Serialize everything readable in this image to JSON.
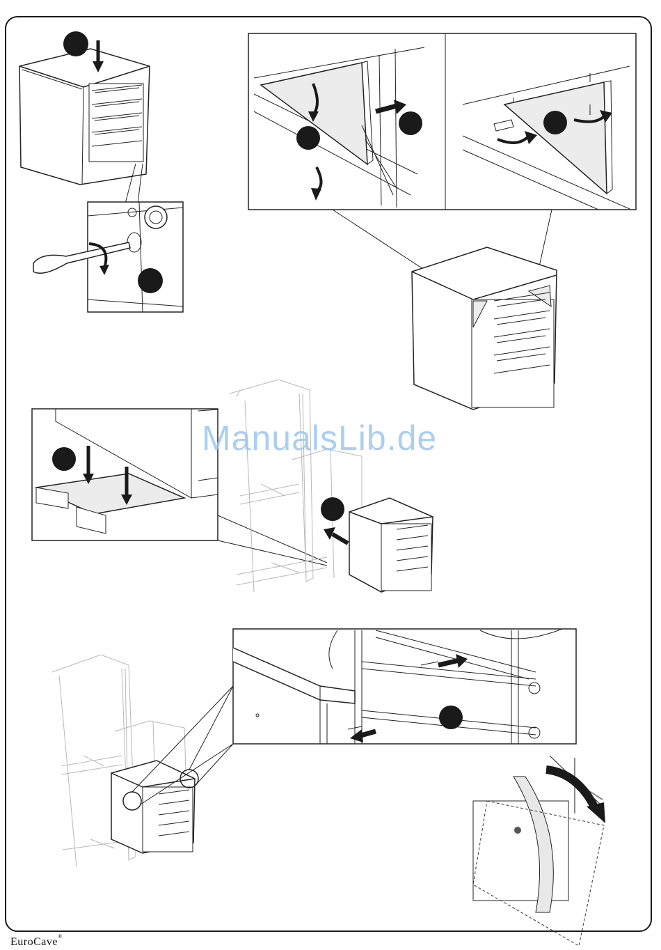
{
  "brand": {
    "name": "EuroCave",
    "mark": "®"
  },
  "watermark": "ManualsLib.de",
  "steps": [
    {
      "id": "step-a",
      "kind": "place-top"
    },
    {
      "id": "step-b",
      "kind": "unscrew"
    },
    {
      "id": "step-c",
      "kind": "remove-bracket"
    },
    {
      "id": "step-d",
      "kind": "refit-bracket"
    },
    {
      "id": "step-e",
      "kind": "insert-rails"
    },
    {
      "id": "step-f",
      "kind": "slide-module"
    },
    {
      "id": "step-g",
      "kind": "pin-fixing"
    }
  ],
  "icons": [
    "screwdriver-icon",
    "rotate-arrow-icon",
    "push-arrow-icon",
    "cross-icon"
  ],
  "colors": {
    "ink": "#1a1a1a",
    "callout_fill": "#ececec",
    "ghost": "#b8b8b8",
    "marker": "#222222"
  }
}
